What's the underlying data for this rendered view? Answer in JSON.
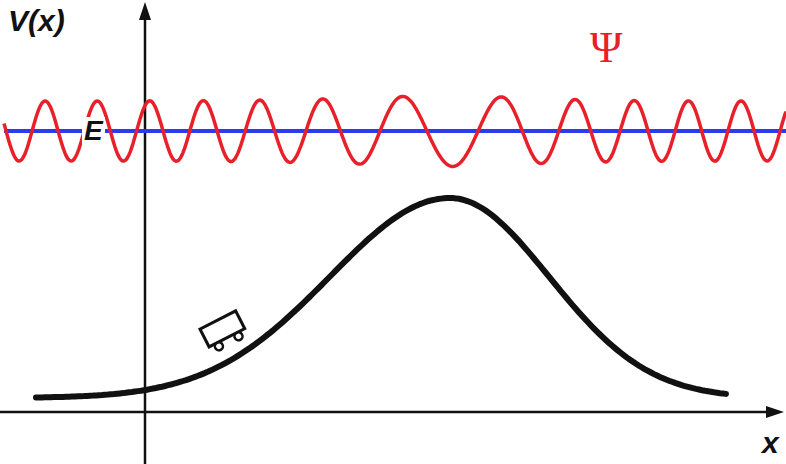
{
  "diagram": {
    "labels": [
      "V(x)",
      "Ψ",
      "E",
      "x"
    ]
  }
}
